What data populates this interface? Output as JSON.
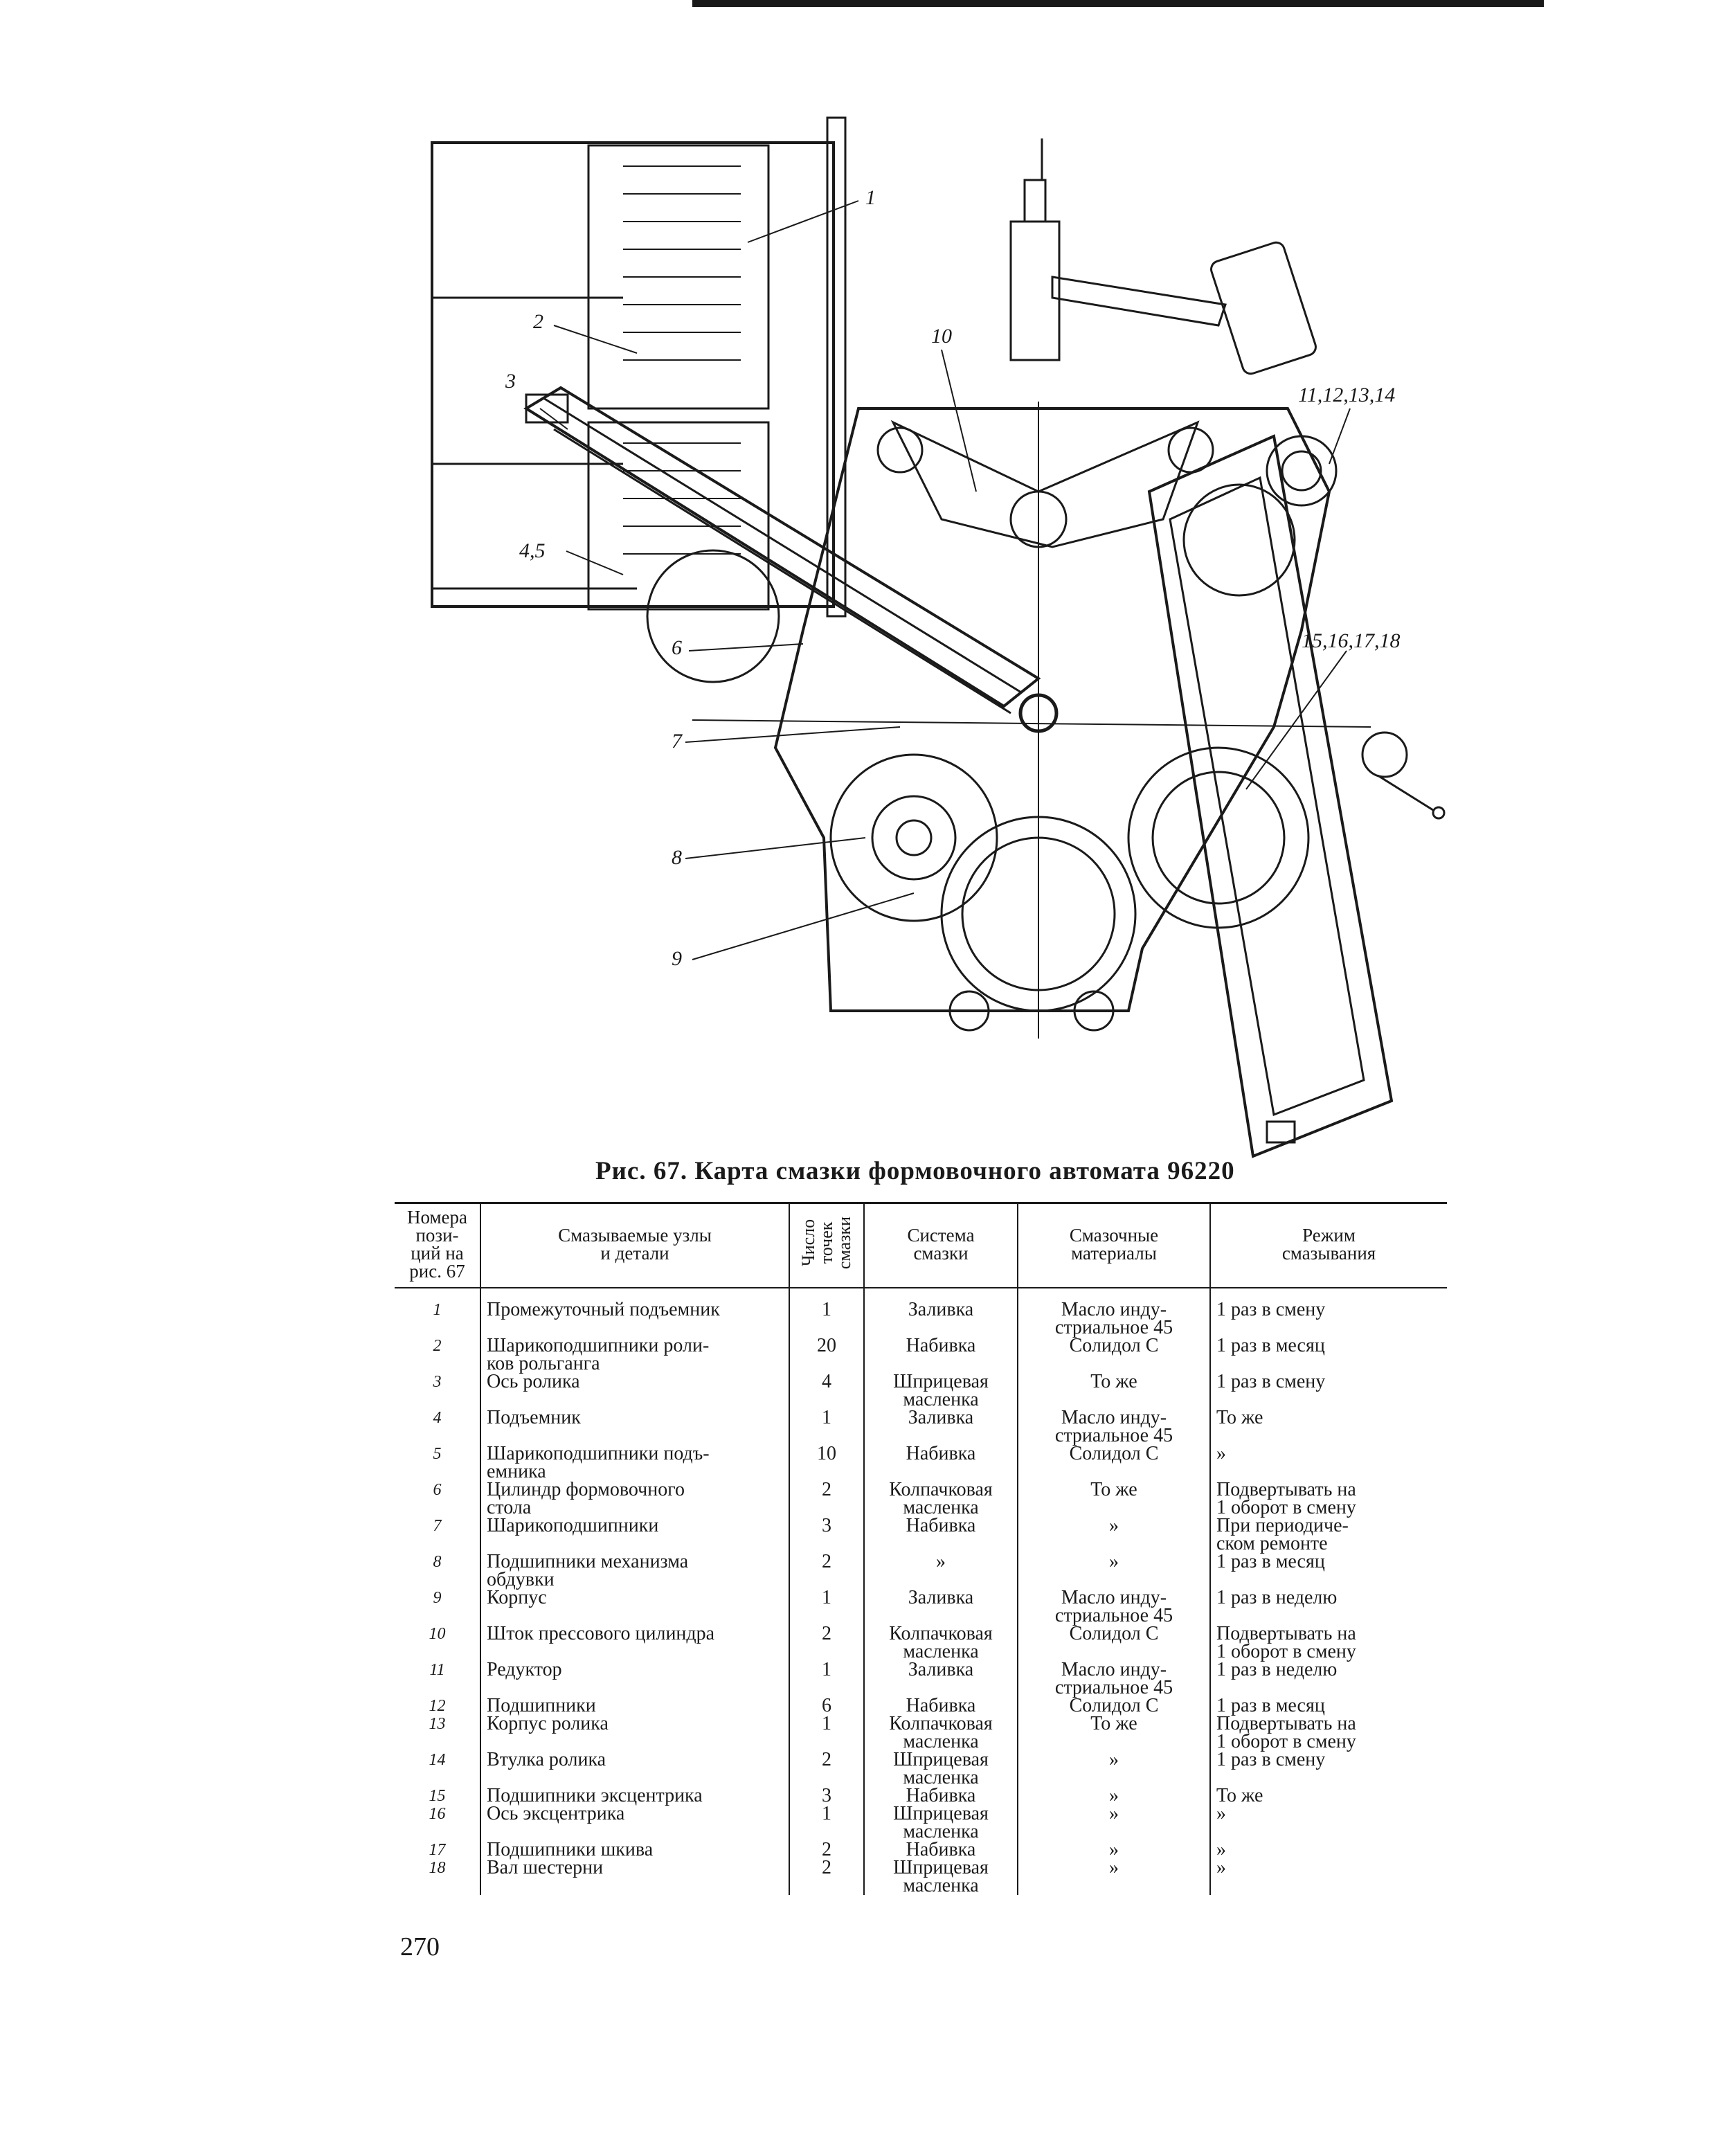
{
  "figure": {
    "callouts": [
      "1",
      "2",
      "3",
      "4,5",
      "6",
      "7",
      "8",
      "9",
      "10",
      "11,12,13,14",
      "15,16,17,18"
    ],
    "caption": "Рис. 67. Карта смазки формовочного автомата 96220"
  },
  "table": {
    "headers": {
      "position": "Номера\nпози-\nций на\nрис. 67",
      "parts": "Смазываемые узлы\nи детали",
      "points": "Число\nточек\nсмазки",
      "system": "Система\nсмазки",
      "materials": "Смазочные\nматериалы",
      "mode": "Режим\nсмазывания"
    },
    "rows": [
      {
        "n": "1",
        "part": "Промежуточный подъемник",
        "cnt": "1",
        "sys": "Заливка",
        "mat": "Масло инду-\nстриальное 45",
        "mode": "1 раз в смену"
      },
      {
        "n": "2",
        "part": "Шарикоподшипники роли-\nков рольганга",
        "cnt": "20",
        "sys": "Набивка",
        "mat": "Солидол С",
        "mode": "1 раз в месяц"
      },
      {
        "n": "3",
        "part": "Ось ролика",
        "cnt": "4",
        "sys": "Шприцевая\nмасленка",
        "mat": "То же",
        "mode": "1 раз в смену"
      },
      {
        "n": "4",
        "part": "Подъемник",
        "cnt": "1",
        "sys": "Заливка",
        "mat": "Масло инду-\nстриальное 45",
        "mode": "То же"
      },
      {
        "n": "5",
        "part": "Шарикоподшипники подъ-\nемника",
        "cnt": "10",
        "sys": "Набивка",
        "mat": "Солидол С",
        "mode": "»"
      },
      {
        "n": "6",
        "part": "Цилиндр формовочного\nстола",
        "cnt": "2",
        "sys": "Колпачковая\nмасленка",
        "mat": "То же",
        "mode": "Подвертывать на\n1 оборот в смену"
      },
      {
        "n": "7",
        "part": "Шарикоподшипники",
        "cnt": "3",
        "sys": "Набивка",
        "mat": "»",
        "mode": "При периодиче-\nском ремонте"
      },
      {
        "n": "8",
        "part": "Подшипники механизма\nобдувки",
        "cnt": "2",
        "sys": "»",
        "mat": "»",
        "mode": "1 раз в месяц"
      },
      {
        "n": "9",
        "part": "Корпус",
        "cnt": "1",
        "sys": "Заливка",
        "mat": "Масло инду-\nстриальное 45",
        "mode": "1 раз в неделю"
      },
      {
        "n": "10",
        "part": "Шток прессового цилиндра",
        "cnt": "2",
        "sys": "Колпачковая\nмасленка",
        "mat": "Солидол С",
        "mode": "Подвертывать на\n1 оборот в смену"
      },
      {
        "n": "11",
        "part": "Редуктор",
        "cnt": "1",
        "sys": "Заливка",
        "mat": "Масло инду-\nстриальное 45",
        "mode": "1 раз в неделю"
      },
      {
        "n": "12",
        "part": "Подшипники",
        "cnt": "6",
        "sys": "Набивка",
        "mat": "Солидол С",
        "mode": "1 раз в месяц"
      },
      {
        "n": "13",
        "part": "Корпус ролика",
        "cnt": "1",
        "sys": "Колпачковая\nмасленка",
        "mat": "То же",
        "mode": "Подвертывать на\n1 оборот в смену"
      },
      {
        "n": "14",
        "part": "Втулка ролика",
        "cnt": "2",
        "sys": "Шприцевая\nмасленка",
        "mat": "»",
        "mode": "1 раз в смену"
      },
      {
        "n": "15",
        "part": "Подшипники эксцентрика",
        "cnt": "3",
        "sys": "Набивка",
        "mat": "»",
        "mode": "То же"
      },
      {
        "n": "16",
        "part": "Ось эксцентрика",
        "cnt": "1",
        "sys": "Шприцевая\nмасленка",
        "mat": "»",
        "mode": "»"
      },
      {
        "n": "17",
        "part": "Подшипники шкива",
        "cnt": "2",
        "sys": "Набивка",
        "mat": "»",
        "mode": "»"
      },
      {
        "n": "18",
        "part": "Вал шестерни",
        "cnt": "2",
        "sys": "Шприцевая\nмасленка",
        "mat": "»",
        "mode": "»"
      }
    ]
  },
  "page_number": "270"
}
